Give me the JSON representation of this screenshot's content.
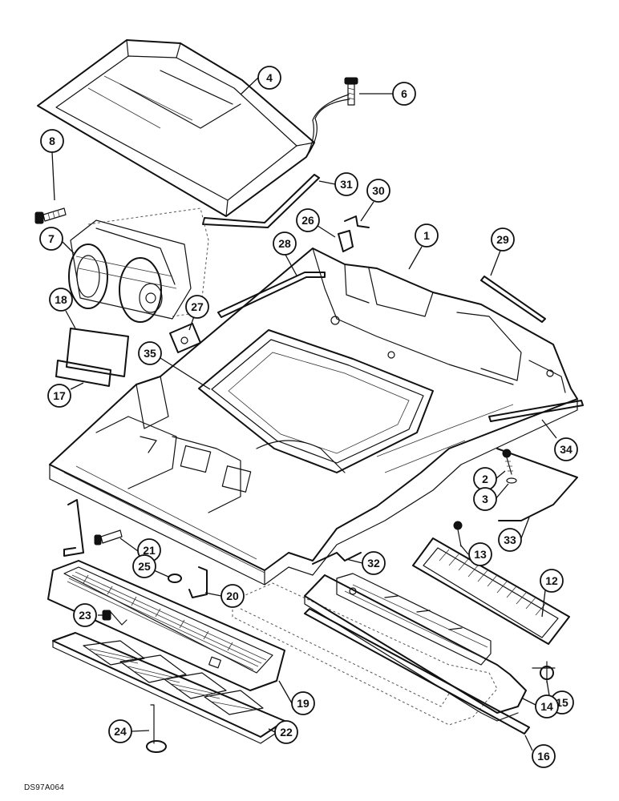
{
  "diagram": {
    "drawing_code": "DS97A064",
    "callouts": [
      {
        "id": "c4",
        "label": "4"
      },
      {
        "id": "c6",
        "label": "6"
      },
      {
        "id": "c8",
        "label": "8"
      },
      {
        "id": "c31",
        "label": "31"
      },
      {
        "id": "c30",
        "label": "30"
      },
      {
        "id": "c26",
        "label": "26"
      },
      {
        "id": "c1",
        "label": "1"
      },
      {
        "id": "c29",
        "label": "29"
      },
      {
        "id": "c7",
        "label": "7"
      },
      {
        "id": "c28",
        "label": "28"
      },
      {
        "id": "c18",
        "label": "18"
      },
      {
        "id": "c27",
        "label": "27"
      },
      {
        "id": "c35",
        "label": "35"
      },
      {
        "id": "c17",
        "label": "17"
      },
      {
        "id": "c34",
        "label": "34"
      },
      {
        "id": "c2",
        "label": "2"
      },
      {
        "id": "c3",
        "label": "3"
      },
      {
        "id": "c21",
        "label": "21"
      },
      {
        "id": "c13",
        "label": "13"
      },
      {
        "id": "c33",
        "label": "33"
      },
      {
        "id": "c32",
        "label": "32"
      },
      {
        "id": "c12",
        "label": "12"
      },
      {
        "id": "c25",
        "label": "25"
      },
      {
        "id": "c20",
        "label": "20"
      },
      {
        "id": "c23",
        "label": "23"
      },
      {
        "id": "c15",
        "label": "15"
      },
      {
        "id": "c19",
        "label": "19"
      },
      {
        "id": "c14",
        "label": "14"
      },
      {
        "id": "c24",
        "label": "24"
      },
      {
        "id": "c22",
        "label": "22"
      },
      {
        "id": "c16",
        "label": "16"
      }
    ]
  }
}
